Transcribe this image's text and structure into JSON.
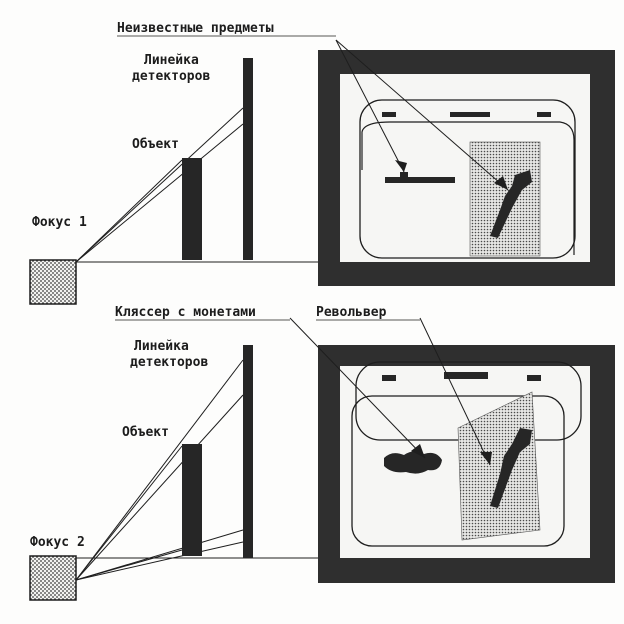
{
  "labels": {
    "unknown_items": "Неизвестные предметы",
    "detector_line_top_1": "Линейка",
    "detector_line_top_2": "детекторов",
    "object_top": "Объект",
    "focus_1": "Фокус 1",
    "coin_album": "Кляссер с монетами",
    "revolver": "Револьвер",
    "detector_line_bottom_1": "Линейка",
    "detector_line_bottom_2": "детекторов",
    "object_bottom": "Объект",
    "focus_2": "Фокус 2"
  },
  "colors": {
    "ink": "#1e1e1e",
    "dark_fill": "#262626",
    "screen_frame": "#2f2f2f",
    "screen_bg": "#f6f6f4",
    "dotted_bg": "#f2f2f0"
  }
}
